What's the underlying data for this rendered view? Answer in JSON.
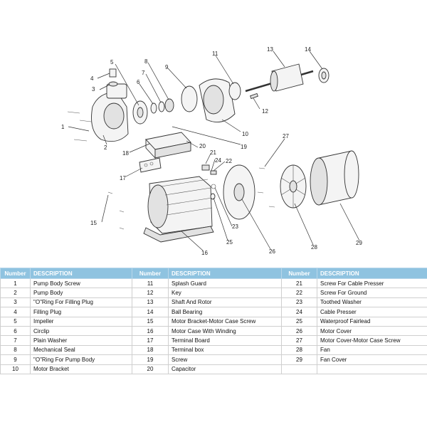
{
  "callouts": [
    "1",
    "2",
    "3",
    "4",
    "5",
    "6",
    "7",
    "8",
    "9",
    "10",
    "11",
    "12",
    "13",
    "14",
    "15",
    "16",
    "17",
    "18",
    "19",
    "20",
    "21",
    "22",
    "23",
    "24",
    "25",
    "26",
    "27",
    "28",
    "29"
  ],
  "table": {
    "headers": [
      "Number",
      "DESCRIPTION",
      "Number",
      "DESCRIPTION",
      "Number",
      "DESCRIPTION"
    ],
    "rows": [
      [
        "1",
        "Pump Body Screw",
        "11",
        "Splash Guard",
        "21",
        "Screw For Cable Presser"
      ],
      [
        "2",
        "Pump Body",
        "12",
        "Key",
        "22",
        "Screw For Ground"
      ],
      [
        "3",
        "\"O\"Ring For Filling Plug",
        "13",
        "Shaft And Rotor",
        "23",
        "Toothed Washer"
      ],
      [
        "4",
        "Filling Plug",
        "14",
        "Ball Bearing",
        "24",
        "Cable Presser"
      ],
      [
        "5",
        "Impeller",
        "15",
        "Motor Bracket-Motor Case Screw",
        "25",
        "Waterproof Fairlead"
      ],
      [
        "6",
        "Circlip",
        "16",
        "Motor Case With Winding",
        "26",
        "Motor Cover"
      ],
      [
        "7",
        "Plain Washer",
        "17",
        "Terminal Board",
        "27",
        "Motor Cover-Motor Case Screw"
      ],
      [
        "8",
        "Mechanical Seal",
        "18",
        "Terminal box",
        "28",
        "Fan"
      ],
      [
        "9",
        "\"O\"Ring For Pump Body",
        "19",
        "Screw",
        "29",
        "Fan Cover"
      ],
      [
        "10",
        "Motor Bracket",
        "20",
        "Capacitor",
        "",
        ""
      ]
    ]
  }
}
